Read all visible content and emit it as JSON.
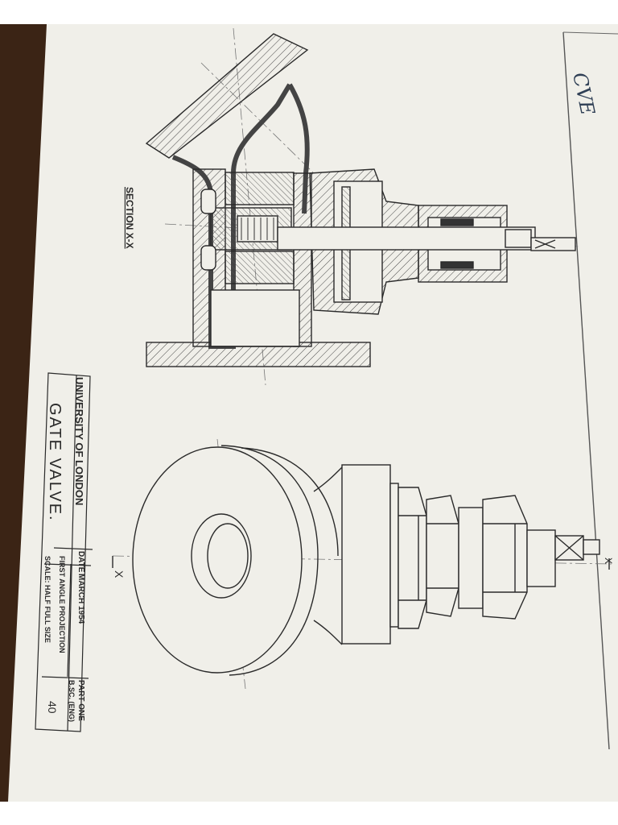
{
  "colors": {
    "table": "#3b2415",
    "paper": "#f0efe9",
    "ink": "#2a2a2a",
    "pencil": "#6a6a6a"
  },
  "annotation": "CVE",
  "section_label": "SECTION X-X",
  "cut_marks": [
    "X",
    "X"
  ],
  "title_block": {
    "institution": "UNIVERSITY OF LONDON",
    "drawing_title": "GATE VALVE.",
    "date_label": "DATE",
    "date_value": "MARCH 1954",
    "projection": "FIRST ANGLE PROJECTION",
    "scale": "SCALE: HALF FULL SIZE",
    "part": "PART ONE",
    "course": "B.SC. (ENG)",
    "number": "40"
  },
  "icons": [
    "hatch-section",
    "hex-nut",
    "handwheel-spindle"
  ]
}
